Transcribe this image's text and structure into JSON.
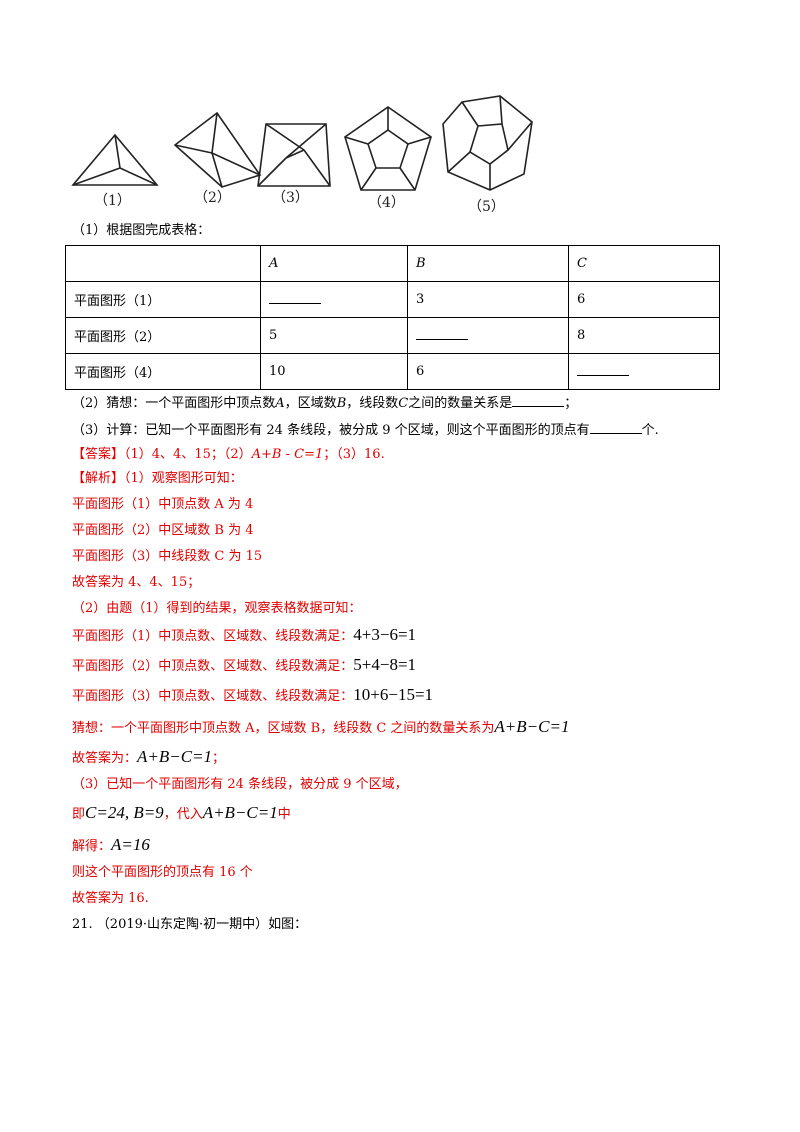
{
  "figures": [
    {
      "label": "（1）"
    },
    {
      "label": "（2）"
    },
    {
      "label": "（3）"
    },
    {
      "label": "（4）"
    },
    {
      "label": "（5）"
    }
  ],
  "q1_intro": "（1）根据图完成表格：",
  "table": {
    "headers": [
      "",
      "A",
      "B",
      "C"
    ],
    "rows": [
      [
        "平面图形（1）",
        "",
        "3",
        "6"
      ],
      [
        "平面图形（2）",
        "5",
        "",
        "8"
      ],
      [
        "平面图形（4）",
        "10",
        "6",
        ""
      ]
    ]
  },
  "q2_prefix": "（2）猜想：一个平面图形中顶点数",
  "q2_a": "A",
  "q2_mid1": "，区域数",
  "q2_b": "B",
  "q2_mid2": "，线段数",
  "q2_c": "C",
  "q2_suffix": "之间的数量关系是",
  "q2_end": "；",
  "q3_text": "（3）计算：已知一个平面图形有 24 条线段，被分成 9 个区域，则这个平面图形的顶点有",
  "q3_end": "个.",
  "answer_tag": "【答案】",
  "answer_text": "（1）4、4、15；（2）",
  "answer_eq": "A+B - C=1",
  "answer_tail": "；（3）16.",
  "analysis_tag": "【解析】",
  "analysis_first": "（1）观察图形可知：",
  "lines": [
    "平面图形（1）中顶点数 A 为 4",
    "平面图形（2）中区域数 B 为 4",
    "平面图形（3）中线段数 C 为 15",
    "故答案为 4、4、15；",
    "（2）由题（1）得到的结果，观察表格数据可知："
  ],
  "eq_prefix": "中顶点数、区域数、线段数满足：",
  "eq_rows": [
    {
      "label": "平面图形（1）",
      "eq": "4+3−6=1"
    },
    {
      "label": "平面图形（2）",
      "eq": "5+4−8=1"
    },
    {
      "label": "平面图形（3）",
      "eq": "10+6−15=1"
    }
  ],
  "guess_text": "猜想：一个平面图形中顶点数 A，区域数 B，线段数 C 之间的数量关系为",
  "guess_eq": "A+B−C=1",
  "ans2_text": "故答案为：",
  "ans2_eq": "A+B−C=1",
  "ans2_end": "；",
  "p3_line": "（3）已知一个平面图形有 24 条线段，被分成 9 个区域，",
  "ji_prefix": "即",
  "ji_eq": "C=24, B=9",
  "ji_mid": "，代入",
  "ji_eq2": "A+B−C=1",
  "ji_end": "中",
  "jie_prefix": "解得：",
  "jie_eq": "A=16",
  "final1": "则这个平面图形的顶点有 16 个",
  "final2": "故答案为 16.",
  "q21": "21. （2019·山东定陶·初一期中）如图："
}
